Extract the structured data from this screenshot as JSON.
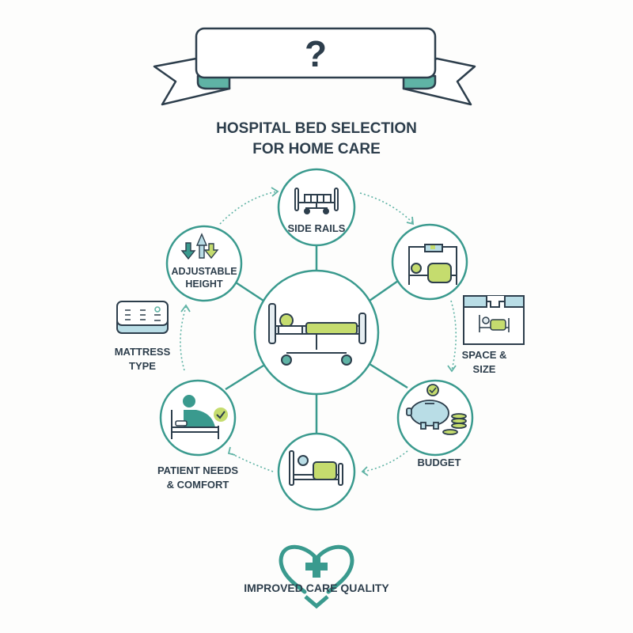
{
  "banner": {
    "symbol": "?"
  },
  "title": {
    "line1": "HOSPITAL BED SELECTION",
    "line2": "FOR HOME CARE"
  },
  "center": {
    "icon": "hospital-bed-icon"
  },
  "nodes": [
    {
      "id": "side-rails",
      "label": "SIDE RAILS",
      "icon": "bed-rails-icon"
    },
    {
      "id": "room-space",
      "label": "",
      "icon": "bed-in-room-icon"
    },
    {
      "id": "space-size",
      "label_line1": "SPACE &",
      "label_line2": "SIZE",
      "icon": "floorplan-icon"
    },
    {
      "id": "budget",
      "label": "BUDGET",
      "icon": "piggy-bank-icon"
    },
    {
      "id": "bed-patient",
      "label": "",
      "icon": "patient-in-bed-icon"
    },
    {
      "id": "patient-needs",
      "label_line1": "PATIENT NEEDS",
      "label_line2": "& COMFORT",
      "icon": "patient-check-icon"
    },
    {
      "id": "mattress",
      "label_line1": "MATTRESS",
      "label_line2": "TYPE",
      "icon": "mattress-icon"
    },
    {
      "id": "adjustable-height",
      "label_line1": "ADJUSTABLE",
      "label_line2": "HEIGHT",
      "icon": "arrows-updown-icon"
    }
  ],
  "footer": {
    "label": "IMPROVED CARE QUALITY",
    "icon": "heart-cross-icon"
  },
  "colors": {
    "teal": "#3a9a8e",
    "dark": "#2d3e4c",
    "lime": "#c5dc6e",
    "light_blue": "#b9dde6"
  }
}
